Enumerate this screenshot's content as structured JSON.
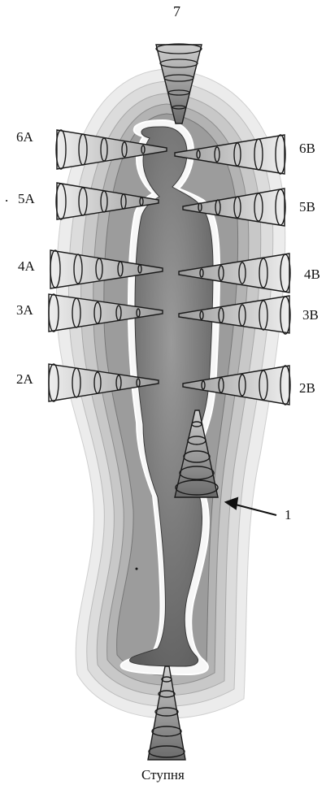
{
  "labels": {
    "top": "7",
    "left": [
      "6A",
      "5A",
      "4A",
      "3A",
      "2A"
    ],
    "right": [
      "6B",
      "5B",
      "4B",
      "3B",
      "2B"
    ],
    "marker": "1",
    "bottom": "Ступня",
    "stray_mark": "."
  },
  "colors": {
    "ink": "#1a1a1a",
    "aura_outer": "#d8d8d8",
    "aura_mid": "#a8a8a8",
    "aura_inner": "#6a6a6a",
    "body_fill": "#8a8a8a",
    "body_edge": "#fafafa"
  }
}
